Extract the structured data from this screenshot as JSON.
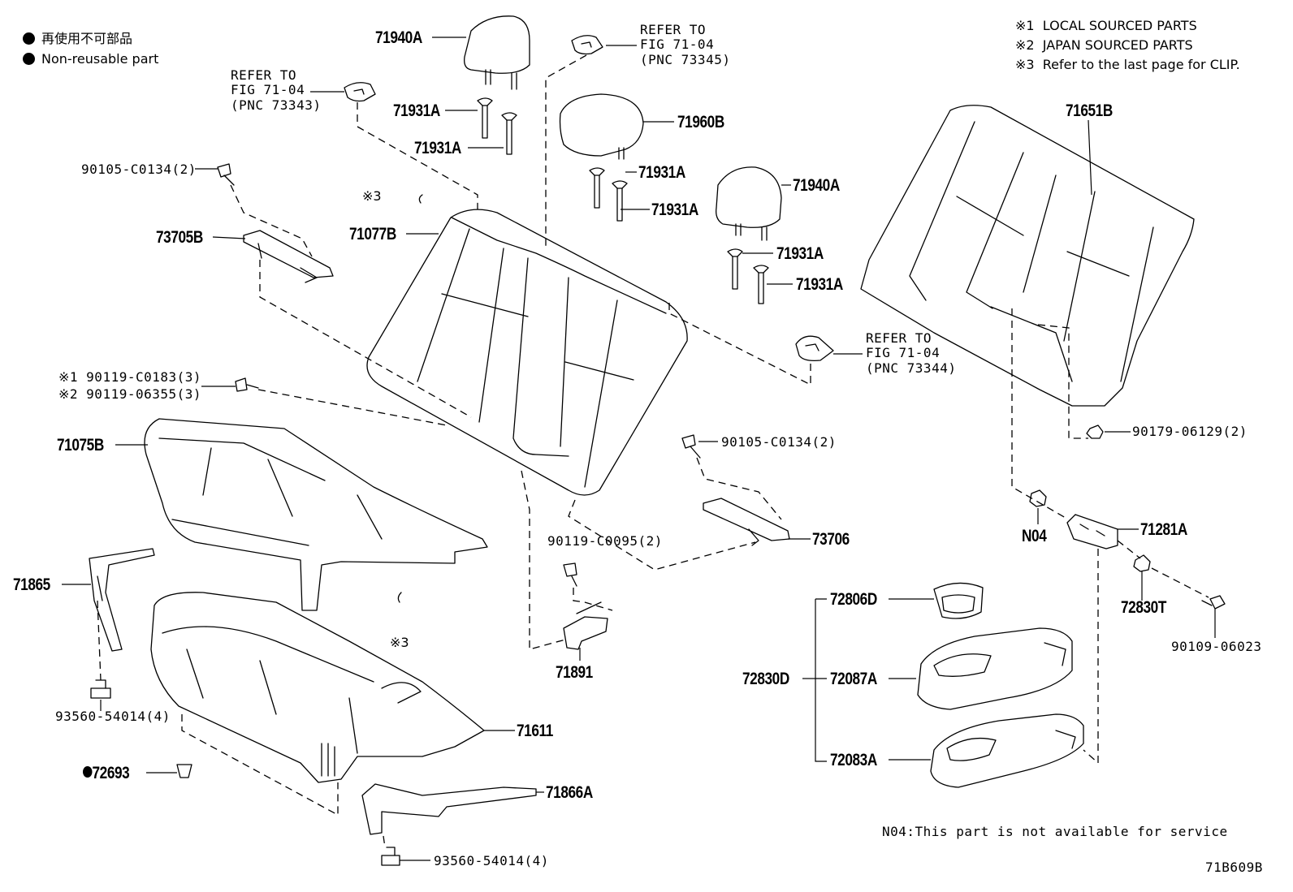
{
  "legend": {
    "non_reusable_jp": "再使用不可部品",
    "non_reusable_en": "Non-reusable part",
    "notes": [
      "※1  LOCAL SOURCED PARTS",
      "※2  JAPAN SOURCED PARTS",
      "※3  Refer to the last page for CLIP."
    ],
    "n04_note": "N04:This part is not available for service",
    "figure_code": "71B609B"
  },
  "refs": {
    "r73343": "REFER TO\nFIG 71-04\n(PNC 73343)",
    "r73345": "REFER TO\nFIG 71-04\n(PNC 73345)",
    "r73344": "REFER TO\nFIG 71-04\n(PNC 73344)"
  },
  "parts": {
    "p71940A_top": "71940A",
    "p71931A_1": "71931A",
    "p71931A_2": "71931A",
    "p71960B": "71960B",
    "p71931A_3": "71931A",
    "p71931A_4": "71931A",
    "p71940A_right": "71940A",
    "p71931A_5": "71931A",
    "p71931A_6": "71931A",
    "p71651B": "71651B",
    "p90105_left": "90105-C0134(2)",
    "p73705B": "73705B",
    "p71077B": "71077B",
    "clip3_top": "※3",
    "p90119_C0183": "※1 90119-C0183(3)",
    "p90119_06355": "※2 90119-06355(3)",
    "p71075B": "71075B",
    "p90179": "90179-06129(2)",
    "p90105_right": "90105-C0134(2)",
    "p73706": "73706",
    "p90119_C0095": "90119-C0095(2)",
    "p71865": "71865",
    "clip3_mid": "※3",
    "p71891": "71891",
    "pN04": "N04",
    "p71281A": "71281A",
    "p72830T": "72830T",
    "p90109": "90109-06023",
    "p72806D": "72806D",
    "p72830D": "72830D",
    "p72087A": "72087A",
    "p72083A": "72083A",
    "p93560_a": "93560-54014(4)",
    "p71611": "71611",
    "p72693": "72693",
    "p71866A": "71866A",
    "p93560_b": "93560-54014(4)"
  }
}
